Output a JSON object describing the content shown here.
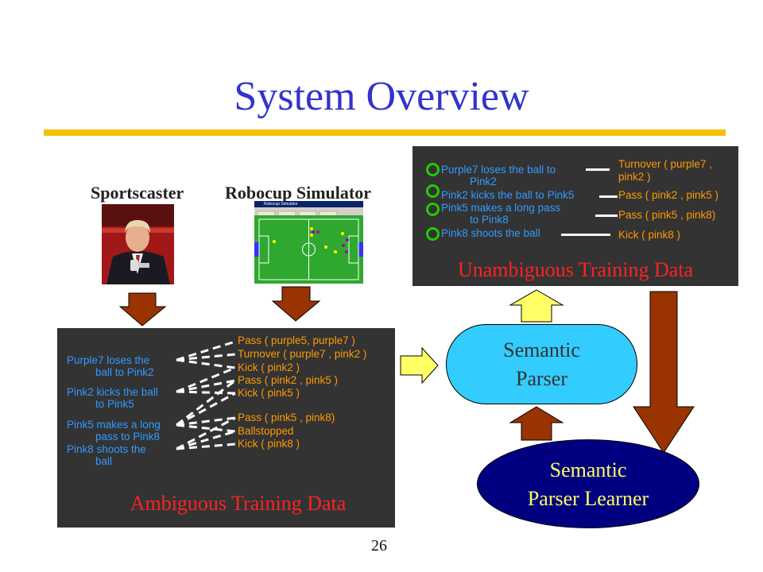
{
  "title": "System Overview",
  "sources": {
    "sportscaster_label": "Sportscaster",
    "simulator_label": "Robocup Simulator",
    "simulator_window_title": "Robocup Simulator"
  },
  "ambiguous": {
    "title": "Ambiguous Training Data",
    "comments": [
      {
        "line1": "Purple7 loses the",
        "line2": "ball to Pink2"
      },
      {
        "line1": "Pink2 kicks the ball",
        "line2": "to Pink5"
      },
      {
        "line1": "Pink5 makes a long",
        "line2": "pass to Pink8"
      },
      {
        "line1": "Pink8 shoots the",
        "line2": "ball"
      }
    ],
    "events": [
      "Pass ( purple5, purple7 )",
      "Turnover ( purple7 , pink2 )",
      "Kick ( pink2 )",
      "Pass ( pink2 , pink5 )",
      "Kick ( pink5 )",
      "Pass ( pink5 , pink8)",
      "Ballstopped",
      "Kick ( pink8 )"
    ]
  },
  "unambiguous": {
    "title": "Unambiguous Training Data",
    "comments": [
      {
        "line1": "Purple7 loses the ball to",
        "line2": "Pink2"
      },
      {
        "line1": "Pink2 kicks the ball to Pink5",
        "line2": ""
      },
      {
        "line1": "Pink5 makes a long pass",
        "line2": "to Pink8"
      },
      {
        "line1": "Pink8 shoots the ball",
        "line2": ""
      }
    ],
    "events": [
      {
        "line1": "Turnover ( purple7 ,",
        "line2": "pink2 )"
      },
      {
        "line1": "Pass ( pink2 , pink5 )",
        "line2": ""
      },
      {
        "line1": "Pass ( pink5 , pink8)",
        "line2": ""
      },
      {
        "line1": "Kick ( pink8 )",
        "line2": ""
      }
    ]
  },
  "parser": {
    "line1": "Semantic",
    "line2": "Parser"
  },
  "learner": {
    "line1": "Semantic",
    "line2": "Parser Learner"
  },
  "page_number": "26",
  "colors": {
    "title": "#3333cc",
    "title_bar": "#f2c200",
    "panel": "#333333",
    "comment_text": "#3399ff",
    "event_text": "#ff9900",
    "panel_title": "#ff2222",
    "parser_fill": "#33ccff",
    "learner_fill": "#000080",
    "learner_text": "#ffff66",
    "arrow_brown": "#993300",
    "arrow_yellow": "#ffff66",
    "circle_green": "#22cc00"
  }
}
